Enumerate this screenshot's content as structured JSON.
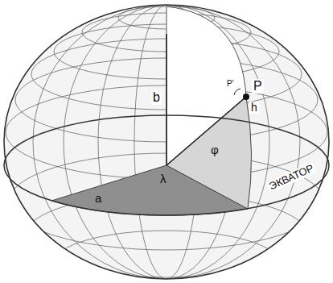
{
  "diagram": {
    "labels": [
      "b",
      "P'",
      "P",
      "h",
      "λ",
      "φ",
      "a",
      "ЭКВАТОР"
    ]
  }
}
